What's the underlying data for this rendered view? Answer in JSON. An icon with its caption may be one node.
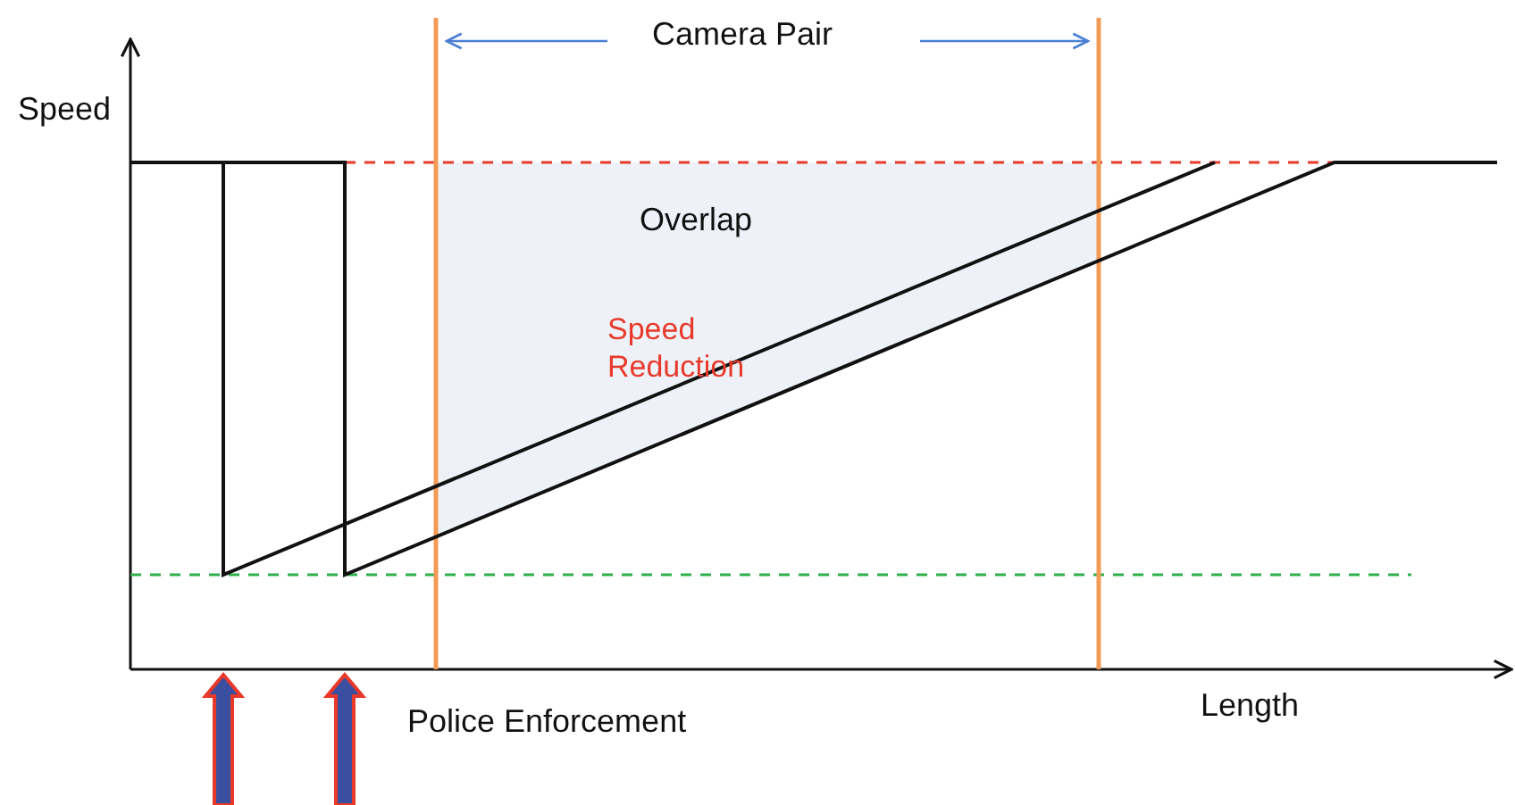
{
  "diagram": {
    "labels": [
      "Camera Pair",
      "Speed",
      "Overlap",
      "Speed Reduction",
      "Police Enforcement",
      "Length"
    ]
  }
}
